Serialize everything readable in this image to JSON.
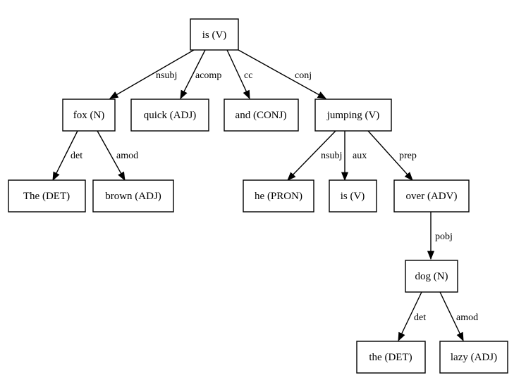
{
  "nodes": {
    "is_root": "is (V)",
    "fox": "fox (N)",
    "quick": "quick (ADJ)",
    "and": "and (CONJ)",
    "jumping": "jumping (V)",
    "the1": "The (DET)",
    "brown": "brown (ADJ)",
    "he": "he (PRON)",
    "is_aux": "is (V)",
    "over": "over (ADV)",
    "dog": "dog (N)",
    "the2": "the (DET)",
    "lazy": "lazy (ADJ)"
  },
  "edges": {
    "root_fox": "nsubj",
    "root_quick": "acomp",
    "root_and": "cc",
    "root_jumping": "conj",
    "fox_the1": "det",
    "fox_brown": "amod",
    "jumping_he": "nsubj",
    "jumping_is": "aux",
    "jumping_over": "prep",
    "over_dog": "pobj",
    "dog_the2": "det",
    "dog_lazy": "amod"
  }
}
